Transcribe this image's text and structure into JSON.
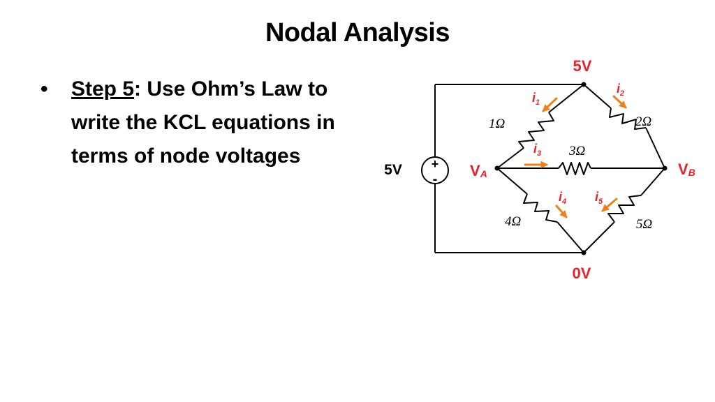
{
  "slide": {
    "title": "Nodal Analysis",
    "bullet": {
      "step_label": "Step 5",
      "colon": ":",
      "text": " Use Ohm’s Law to write the KCL equations in terms of node voltages"
    }
  },
  "circuit": {
    "colors": {
      "wire": "#000000",
      "label_red": "#e8212b",
      "arrow": "#f07f1a"
    },
    "top_node_voltage": "5V",
    "bottom_node_voltage": "0V",
    "source_voltage": "5V",
    "source_plus": "+",
    "source_minus": "-",
    "node_a": {
      "main": "V",
      "sub": "A"
    },
    "node_b": {
      "main": "V",
      "sub": "B"
    },
    "resistors": {
      "r1": "1Ω",
      "r2": "2Ω",
      "r3": "3Ω",
      "r4": "4Ω",
      "r5": "5Ω"
    },
    "currents": {
      "i1": {
        "main": "i",
        "sub": "1"
      },
      "i2": {
        "main": "i",
        "sub": "2"
      },
      "i3": {
        "main": "i",
        "sub": "3"
      },
      "i4": {
        "main": "i",
        "sub": "4"
      },
      "i5": {
        "main": "i",
        "sub": "5"
      }
    }
  }
}
